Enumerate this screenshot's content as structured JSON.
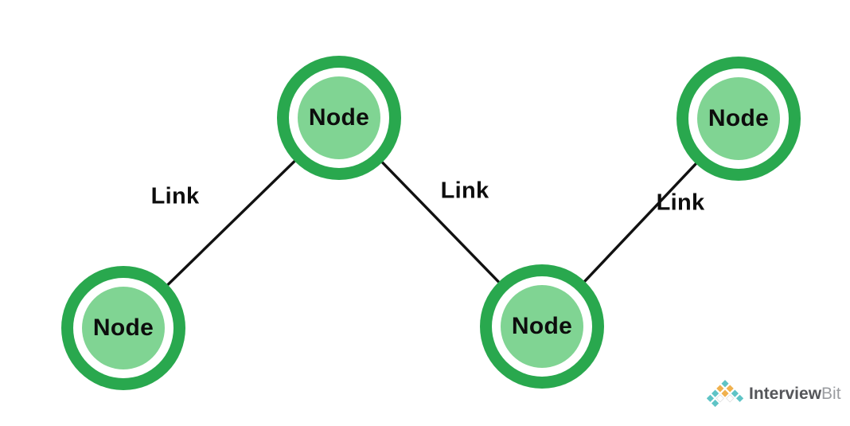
{
  "diagram": {
    "nodes": [
      {
        "id": "node-top-left",
        "label": "Node"
      },
      {
        "id": "node-bottom-left",
        "label": "Node"
      },
      {
        "id": "node-bottom-middle",
        "label": "Node"
      },
      {
        "id": "node-top-right",
        "label": "Node"
      }
    ],
    "links": [
      {
        "label": "Link",
        "from": "node-bottom-left",
        "to": "node-top-left"
      },
      {
        "label": "Link",
        "from": "node-top-left",
        "to": "node-bottom-middle"
      },
      {
        "label": "Link",
        "from": "node-bottom-middle",
        "to": "node-top-right"
      }
    ],
    "colors": {
      "node_ring": "#29a84e",
      "node_fill": "#80d493",
      "node_gap": "#ffffff",
      "edge": "#111111",
      "label_text": "#0d0d0d"
    }
  },
  "branding": {
    "logo_text_primary": "Interview",
    "logo_text_secondary": "Bit",
    "logo_colors": {
      "teal": "#5fc4c6",
      "gold": "#f0b14e",
      "text_primary": "#55565a",
      "text_secondary": "#9a9ca0"
    }
  }
}
